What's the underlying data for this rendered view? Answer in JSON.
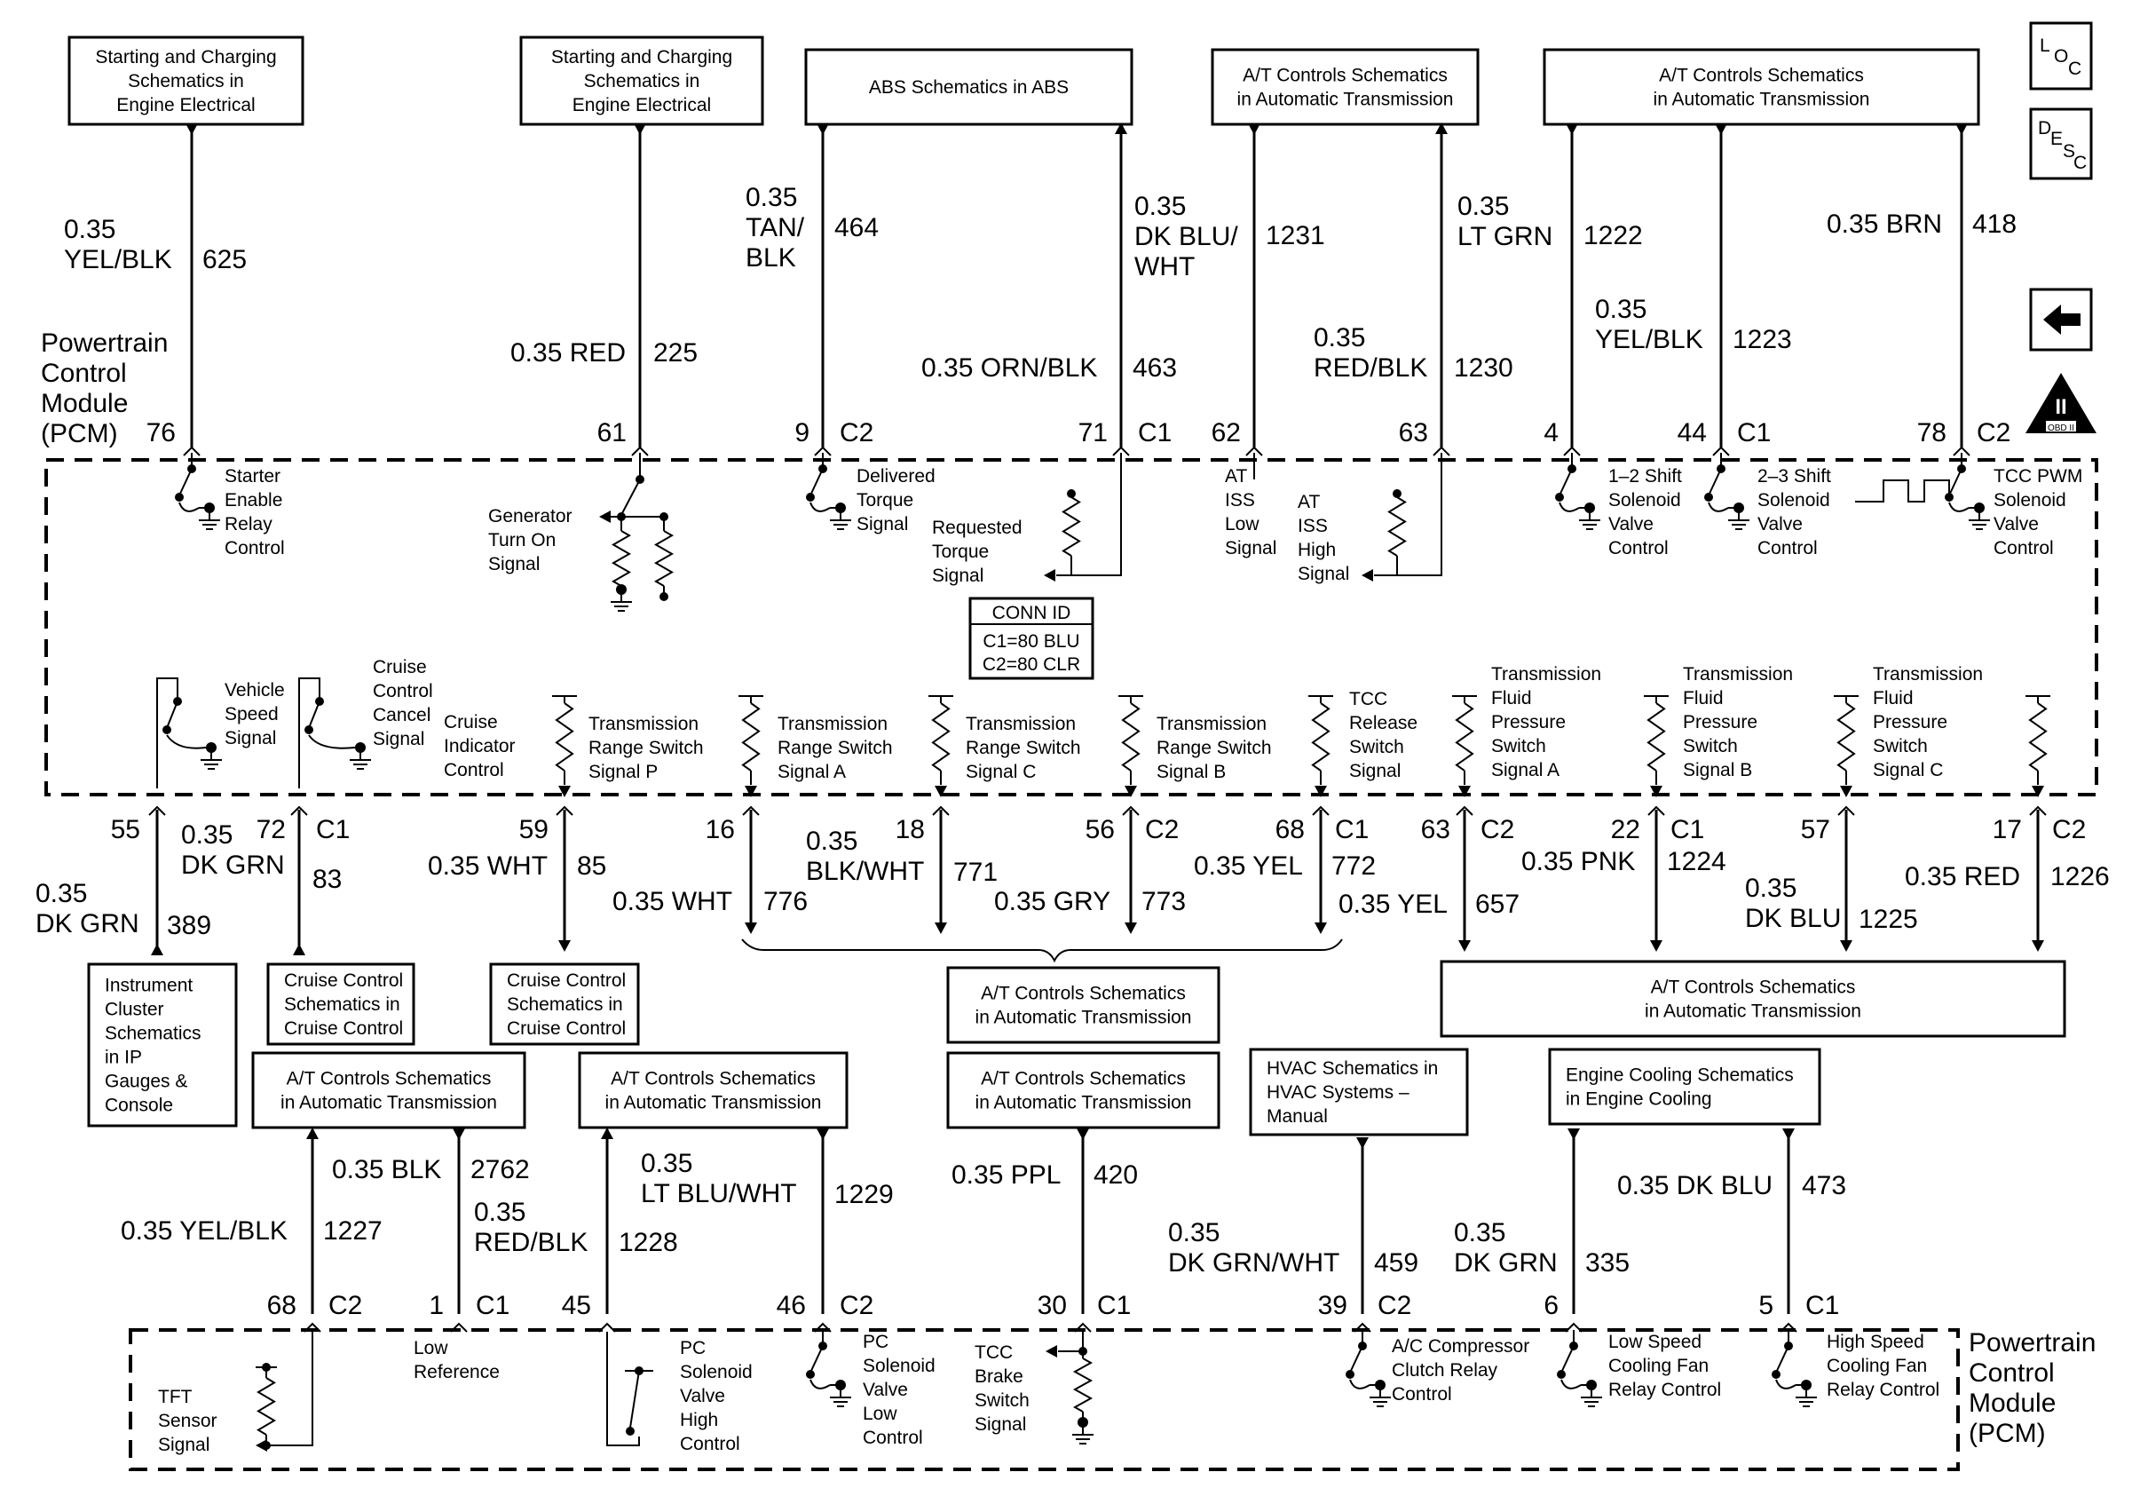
{
  "boxes": {
    "b1": [
      "Starting and Charging",
      "Schematics in",
      "Engine Electrical"
    ],
    "b2": [
      "Starting and Charging",
      "Schematics in",
      "Engine Electrical"
    ],
    "b3": [
      "ABS Schematics in ABS"
    ],
    "b4": [
      "A/T Controls Schematics",
      "in Automatic Transmission"
    ],
    "b5": [
      "A/T Controls Schematics",
      "in Automatic Transmission"
    ],
    "b6": [
      "Instrument",
      "Cluster",
      "Schematics",
      "in IP",
      "Gauges &",
      "Console"
    ],
    "b7": [
      "Cruise Control",
      "Schematics in",
      "Cruise Control"
    ],
    "b8": [
      "Cruise Control",
      "Schematics in",
      "Cruise Control"
    ],
    "b9": [
      "A/T Controls Schematics",
      "in Automatic Transmission"
    ],
    "b10": [
      "A/T Controls Schematics",
      "in Automatic Transmission"
    ],
    "b11": [
      "A/T Controls Schematics",
      "in Automatic Transmission"
    ],
    "b12": [
      "A/T Controls Schematics",
      "in Automatic Transmission"
    ],
    "b13": [
      "A/T Controls Schematics",
      "in Automatic Transmission"
    ],
    "b14": [
      "HVAC Schematics in",
      "HVAC Systems –",
      "Manual"
    ],
    "b15": [
      "Engine Cooling Schematics",
      "in Engine Cooling"
    ]
  },
  "nav": {
    "loc": [
      "L",
      "O",
      "C"
    ],
    "desc": [
      "D",
      "E",
      "S",
      "C"
    ],
    "obd": [
      "II",
      "OBD II"
    ]
  },
  "pcm": {
    "title_top": [
      "Powertrain",
      "Control",
      "Module",
      "(PCM)"
    ],
    "title_bottom": [
      "Powertrain",
      "Control",
      "Module",
      "(PCM)"
    ],
    "conn_id": [
      "CONN ID",
      "C1=80 BLU",
      "C2=80 CLR"
    ]
  },
  "wires": {
    "w625": {
      "color": [
        "0.35",
        "YEL/BLK"
      ],
      "circuit": "625",
      "pin": "76"
    },
    "w225": {
      "color": [
        "0.35 RED"
      ],
      "circuit": "225",
      "pin": "61"
    },
    "w464": {
      "color": [
        "0.35",
        "TAN/",
        "BLK"
      ],
      "circuit": "464",
      "pin": "9",
      "conn": "C2"
    },
    "w463": {
      "color": [
        "0.35 ORN/BLK"
      ],
      "circuit": "463",
      "pin": "71",
      "conn": "C1"
    },
    "w1231": {
      "color": [
        "0.35",
        "DK BLU/",
        "WHT"
      ],
      "circuit": "1231",
      "pin": "62"
    },
    "w1230": {
      "color": [
        "0.35",
        "RED/BLK"
      ],
      "circuit": "1230",
      "pin": "63"
    },
    "w1222": {
      "color": [
        "0.35",
        "LT GRN"
      ],
      "circuit": "1222",
      "pin": "4"
    },
    "w1223": {
      "color": [
        "0.35",
        "YEL/BLK"
      ],
      "circuit": "1223",
      "pin": "44",
      "conn": "C1"
    },
    "w418": {
      "color": [
        "0.35 BRN"
      ],
      "circuit": "418",
      "pin": "78",
      "conn": "C2"
    },
    "w389": {
      "color": [
        "0.35",
        "DK GRN"
      ],
      "circuit": "389",
      "pin": "55"
    },
    "w83": {
      "color": [
        "0.35",
        "DK GRN"
      ],
      "circuit": "83",
      "pin": "72",
      "conn": "C1"
    },
    "w85": {
      "color": [
        "0.35 WHT"
      ],
      "circuit": "85",
      "pin": "59"
    },
    "w776": {
      "color": [
        "0.35 WHT"
      ],
      "circuit": "776",
      "pin": "16"
    },
    "w771": {
      "color": [
        "0.35",
        "BLK/WHT"
      ],
      "circuit": "771",
      "pin": "18"
    },
    "w773": {
      "color": [
        "0.35 GRY"
      ],
      "circuit": "773",
      "pin": "56",
      "conn": "C2"
    },
    "w772": {
      "color": [
        "0.35 YEL"
      ],
      "circuit": "772",
      "pin": "68",
      "conn": "C1"
    },
    "w657": {
      "color": [
        "0.35 YEL"
      ],
      "circuit": "657",
      "pin": "63",
      "conn": "C2"
    },
    "w1224": {
      "color": [
        "0.35 PNK"
      ],
      "circuit": "1224",
      "pin": "22",
      "conn": "C1"
    },
    "w1225": {
      "color": [
        "0.35",
        "DK BLU"
      ],
      "circuit": "1225",
      "pin": "57"
    },
    "w1226": {
      "color": [
        "0.35 RED"
      ],
      "circuit": "1226",
      "pin": "17",
      "conn": "C2"
    },
    "w1227": {
      "color": [
        "0.35 YEL/BLK"
      ],
      "circuit": "1227",
      "pin": "68",
      "conn": "C2"
    },
    "w2762": {
      "color": [
        "0.35 BLK"
      ],
      "circuit": "2762",
      "pin": "1",
      "conn": "C1"
    },
    "w1228": {
      "color": [
        "0.35",
        "RED/BLK"
      ],
      "circuit": "1228",
      "pin": "45"
    },
    "w1229": {
      "color": [
        "0.35",
        "LT BLU/WHT"
      ],
      "circuit": "1229",
      "pin": "46",
      "conn": "C2"
    },
    "w420": {
      "color": [
        "0.35 PPL"
      ],
      "circuit": "420",
      "pin": "30",
      "conn": "C1"
    },
    "w459": {
      "color": [
        "0.35",
        "DK GRN/WHT"
      ],
      "circuit": "459",
      "pin": "39",
      "conn": "C2"
    },
    "w335": {
      "color": [
        "0.35",
        "DK GRN"
      ],
      "circuit": "335",
      "pin": "6"
    },
    "w473": {
      "color": [
        "0.35 DK BLU"
      ],
      "circuit": "473",
      "pin": "5",
      "conn": "C1"
    }
  },
  "signals": {
    "starter": [
      "Starter",
      "Enable",
      "Relay",
      "Control"
    ],
    "generator": [
      "Generator",
      "Turn On",
      "Signal"
    ],
    "delivered": [
      "Delivered",
      "Torque",
      "Signal"
    ],
    "requested": [
      "Requested",
      "Torque",
      "Signal"
    ],
    "iss_low": [
      "AT",
      "ISS",
      "Low",
      "Signal"
    ],
    "iss_high": [
      "AT",
      "ISS",
      "High",
      "Signal"
    ],
    "shift12": [
      "1–2 Shift",
      "Solenoid",
      "Valve",
      "Control"
    ],
    "shift23": [
      "2–3 Shift",
      "Solenoid",
      "Valve",
      "Control"
    ],
    "tcc_pwm": [
      "TCC PWM",
      "Solenoid",
      "Valve",
      "Control"
    ],
    "vss": [
      "Vehicle",
      "Speed",
      "Signal"
    ],
    "cruise_cancel": [
      "Cruise",
      "Control",
      "Cancel",
      "Signal"
    ],
    "cruise_ind": [
      "Cruise",
      "Indicator",
      "Control"
    ],
    "trs_p": [
      "Transmission",
      "Range Switch",
      "Signal P"
    ],
    "trs_a": [
      "Transmission",
      "Range Switch",
      "Signal A"
    ],
    "trs_c": [
      "Transmission",
      "Range Switch",
      "Signal C"
    ],
    "trs_b": [
      "Transmission",
      "Range Switch",
      "Signal B"
    ],
    "tcc_release": [
      "TCC",
      "Release",
      "Switch",
      "Signal"
    ],
    "tfp_a": [
      "Transmission",
      "Fluid",
      "Pressure",
      "Switch",
      "Signal A"
    ],
    "tfp_b": [
      "Transmission",
      "Fluid",
      "Pressure",
      "Switch",
      "Signal B"
    ],
    "tfp_c": [
      "Transmission",
      "Fluid",
      "Pressure",
      "Switch",
      "Signal C"
    ],
    "tft": [
      "TFT",
      "Sensor",
      "Signal"
    ],
    "low_ref": [
      "Low",
      "Reference"
    ],
    "pc_high": [
      "PC",
      "Solenoid",
      "Valve",
      "High",
      "Control"
    ],
    "pc_low": [
      "PC",
      "Solenoid",
      "Valve",
      "Low",
      "Control"
    ],
    "tcc_brake": [
      "TCC",
      "Brake",
      "Switch",
      "Signal"
    ],
    "ac_clutch": [
      "A/C Compressor",
      "Clutch Relay",
      "Control"
    ],
    "low_fan": [
      "Low Speed",
      "Cooling Fan",
      "Relay Control"
    ],
    "high_fan": [
      "High Speed",
      "Cooling Fan",
      "Relay Control"
    ]
  }
}
